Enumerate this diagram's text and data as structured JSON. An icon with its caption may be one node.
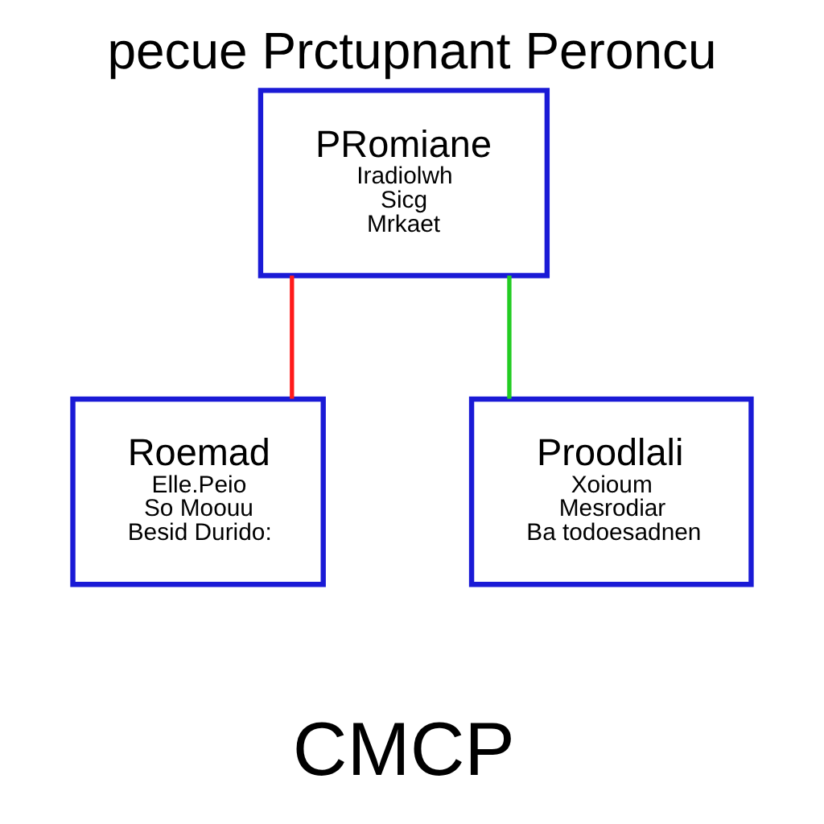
{
  "diagram": {
    "title": "pecue Prctupnant Peroncu",
    "caption": "CMCP",
    "nodes": [
      {
        "text": [
          "PRomiane",
          "Iradiolwh",
          "Sicg",
          "Mrkaet"
        ]
      },
      {
        "text": [
          "Roemad",
          "Elle.Peio",
          "So Moouu",
          "Besid Durido:"
        ]
      },
      {
        "text": [
          "Proodlali",
          "Xoioum",
          "Mesrodiar",
          "Ba todoesadnen"
        ]
      }
    ],
    "edges": [
      {
        "from": 0,
        "to": 1,
        "arrow": "none",
        "color": "#ff1a1a"
      },
      {
        "from": 0,
        "to": 2,
        "arrow": "none",
        "color": "#22cc22"
      }
    ]
  }
}
